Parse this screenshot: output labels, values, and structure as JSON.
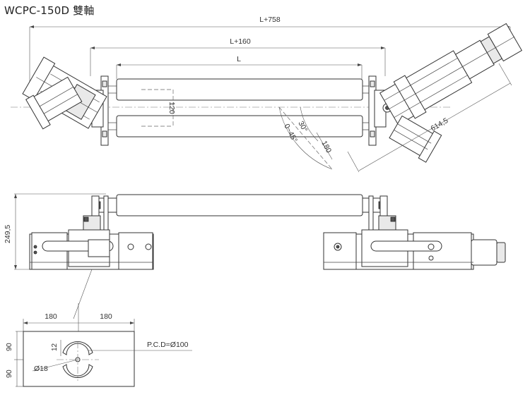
{
  "title": "WCPC-150D 雙軸",
  "dimensions": {
    "overall_length": "L+758",
    "mid_length": "L+160",
    "roller_length": "L",
    "roller_gap": "120",
    "angle_range": "0~45°",
    "angle_ref": "30°",
    "arm_offset": "180",
    "arm_length": "614,5",
    "height": "249,5",
    "base_left": "180",
    "base_right": "180",
    "plate_half_top": "90",
    "plate_half_bottom": "90",
    "slot_width": "12",
    "hole_diameter": "Ø18",
    "pcd": "P.C.D=Ø100"
  }
}
